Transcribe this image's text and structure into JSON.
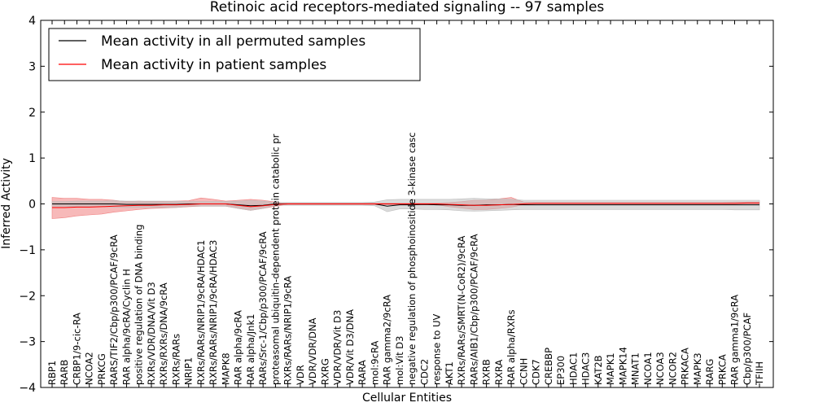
{
  "chart_data": {
    "type": "line",
    "title": "Retinoic acid receptors-mediated signaling -- 97 samples",
    "xlabel": "Cellular Entities",
    "ylabel": "Inferred Activity",
    "ylim": [
      -4,
      4
    ],
    "yticks": [
      "4",
      "3",
      "2",
      "1",
      "0",
      "−1",
      "−2",
      "−3",
      "−4"
    ],
    "grid": false,
    "legend_position": "top-left",
    "categories": [
      "RBP1",
      "RARB",
      "CRBP1/9-cic-RA",
      "NCOA2",
      "PRKCG",
      "RARS/TIF2/Cbp/p300/PCAF/9cRA",
      "RAR alpha/9cRA/Cyclin H",
      "positive regulation of DNA binding",
      "RXRs/VDR/DNA/Vit D3",
      "RXRs/RXRs/DNA/9cRA",
      "RXRs/RARs",
      "NRIP1",
      "RXRs/RARs/NRIP1/9cRA/HDAC1",
      "RXRs/RARs/NRIP1/9cRA/HDAC3",
      "MAPK8",
      "RAR alpha/9cRA",
      "RAR alpha/Jnk1",
      "RARs/Src-1/Cbp/p300/PCAF/9cRA",
      "proteasomal ubiquitin-dependent protein catabolic pr",
      "RXRs/RARs/NRIP1/9cRA",
      "VDR",
      "VDR/VDR/DNA",
      "RXRG",
      "VDR/VDR/Vit D3",
      "VDR/Vit D3/DNA",
      "RARA",
      "mol:9cRA",
      "RAR gamma2/9cRA",
      "mol:Vit D3",
      "negative regulation of phosphoinositide 3-kinase casc",
      "CDC2",
      "response to UV",
      "AKT1",
      "RXRs/RARs/SMRT(N-CoR2)/9cRA",
      "RARs/AIB1/Cbp/p300/PCAF/9cRA",
      "RXRB",
      "RXRA",
      "RAR alpha/RXRs",
      "CCNH",
      "CDK7",
      "CREBBP",
      "EP300",
      "HDAC1",
      "HDAC3",
      "KAT2B",
      "MAPK1",
      "MAPK14",
      "MNAT1",
      "NCOA1",
      "NCOA3",
      "NCOR2",
      "PRKACA",
      "MAPK3",
      "RARG",
      "PRKCA",
      "RAR gamma1/9cRA",
      "Cbp/p300/PCAF",
      "TFIIH"
    ],
    "series": [
      {
        "name": "Mean activity in all permuted samples",
        "color": "#000000",
        "band_color": "#bdbdbd",
        "values": [
          0.0,
          0.0,
          0.0,
          0.0,
          0.0,
          0.0,
          -0.01,
          -0.01,
          -0.01,
          -0.01,
          -0.01,
          0.0,
          0.0,
          0.0,
          0.0,
          -0.02,
          -0.04,
          -0.03,
          0.0,
          0.0,
          0.0,
          0.0,
          0.0,
          0.0,
          0.0,
          0.0,
          0.0,
          -0.05,
          -0.02,
          -0.02,
          -0.01,
          -0.02,
          -0.02,
          -0.03,
          -0.03,
          -0.02,
          -0.02,
          -0.01,
          -0.02,
          -0.02,
          -0.02,
          -0.02,
          -0.02,
          -0.02,
          -0.02,
          -0.02,
          -0.02,
          -0.02,
          -0.02,
          -0.02,
          -0.02,
          -0.02,
          -0.02,
          -0.02,
          -0.02,
          -0.02,
          -0.02,
          -0.02
        ],
        "lower": [
          -0.05,
          -0.05,
          -0.06,
          -0.06,
          -0.06,
          -0.07,
          -0.08,
          -0.08,
          -0.08,
          -0.08,
          -0.08,
          -0.05,
          -0.05,
          -0.05,
          -0.05,
          -0.1,
          -0.14,
          -0.1,
          -0.03,
          -0.03,
          -0.03,
          -0.03,
          -0.03,
          -0.03,
          -0.03,
          -0.03,
          -0.04,
          -0.17,
          -0.11,
          -0.11,
          -0.12,
          -0.12,
          -0.13,
          -0.15,
          -0.16,
          -0.15,
          -0.14,
          -0.13,
          -0.12,
          -0.12,
          -0.12,
          -0.12,
          -0.12,
          -0.12,
          -0.12,
          -0.12,
          -0.12,
          -0.12,
          -0.12,
          -0.12,
          -0.12,
          -0.12,
          -0.12,
          -0.12,
          -0.12,
          -0.13,
          -0.13,
          -0.13
        ],
        "upper": [
          0.05,
          0.05,
          0.06,
          0.06,
          0.06,
          0.07,
          0.06,
          0.06,
          0.06,
          0.06,
          0.06,
          0.05,
          0.05,
          0.05,
          0.05,
          0.06,
          0.07,
          0.06,
          0.03,
          0.03,
          0.03,
          0.03,
          0.03,
          0.03,
          0.03,
          0.03,
          0.04,
          0.09,
          0.1,
          0.1,
          0.1,
          0.1,
          0.1,
          0.11,
          0.12,
          0.11,
          0.11,
          0.1,
          0.08,
          0.08,
          0.08,
          0.08,
          0.08,
          0.08,
          0.08,
          0.08,
          0.08,
          0.08,
          0.08,
          0.08,
          0.08,
          0.08,
          0.08,
          0.08,
          0.08,
          0.08,
          0.08,
          0.08
        ]
      },
      {
        "name": "Mean activity in patient samples",
        "color": "#ff0000",
        "band_color": "#f08080",
        "values": [
          -0.08,
          -0.08,
          -0.07,
          -0.07,
          -0.06,
          -0.05,
          -0.04,
          -0.03,
          -0.03,
          -0.02,
          -0.02,
          -0.01,
          0.0,
          0.0,
          0.0,
          -0.03,
          -0.06,
          -0.04,
          -0.01,
          0.0,
          0.0,
          0.0,
          0.0,
          0.0,
          0.0,
          0.0,
          0.0,
          0.0,
          0.0,
          0.0,
          0.0,
          0.0,
          -0.01,
          -0.02,
          -0.03,
          -0.03,
          -0.02,
          -0.01,
          0.0,
          0.01,
          0.01,
          0.01,
          0.01,
          0.01,
          0.01,
          0.01,
          0.01,
          0.01,
          0.01,
          0.01,
          0.01,
          0.01,
          0.01,
          0.01,
          0.01,
          0.01,
          0.02,
          0.02
        ],
        "lower": [
          -0.32,
          -0.3,
          -0.26,
          -0.24,
          -0.22,
          -0.18,
          -0.15,
          -0.12,
          -0.1,
          -0.09,
          -0.08,
          -0.06,
          -0.05,
          -0.05,
          -0.05,
          -0.1,
          -0.14,
          -0.1,
          -0.05,
          -0.02,
          -0.02,
          -0.02,
          -0.02,
          -0.02,
          -0.02,
          -0.02,
          -0.02,
          -0.02,
          -0.02,
          -0.02,
          -0.02,
          -0.02,
          -0.06,
          -0.09,
          -0.12,
          -0.12,
          -0.1,
          -0.07,
          -0.02,
          -0.01,
          -0.01,
          -0.01,
          -0.01,
          -0.01,
          -0.01,
          -0.01,
          -0.01,
          -0.01,
          -0.01,
          -0.01,
          -0.01,
          -0.01,
          -0.01,
          -0.01,
          -0.01,
          -0.01,
          -0.01,
          -0.01
        ],
        "upper": [
          0.14,
          0.12,
          0.12,
          0.1,
          0.1,
          0.08,
          0.05,
          0.06,
          0.05,
          0.05,
          0.06,
          0.07,
          0.13,
          0.1,
          0.06,
          0.08,
          0.1,
          0.08,
          0.04,
          0.02,
          0.02,
          0.02,
          0.02,
          0.02,
          0.02,
          0.02,
          0.02,
          0.02,
          0.02,
          0.02,
          0.02,
          0.02,
          0.03,
          0.05,
          0.08,
          0.08,
          0.11,
          0.14,
          0.04,
          0.03,
          0.03,
          0.03,
          0.03,
          0.03,
          0.03,
          0.03,
          0.03,
          0.03,
          0.03,
          0.03,
          0.03,
          0.03,
          0.03,
          0.03,
          0.03,
          0.04,
          0.04,
          0.04
        ]
      }
    ]
  }
}
